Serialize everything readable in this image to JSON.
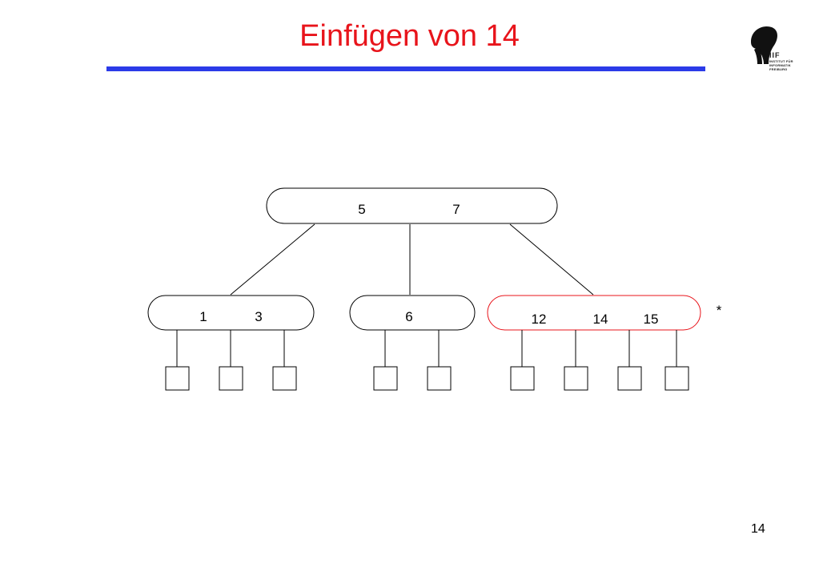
{
  "slide": {
    "title": "Einfügen von 14",
    "page_number": "14",
    "colors": {
      "title": "#e8141b",
      "rule": "#2b3be8",
      "highlight_node": "#e8141b"
    }
  },
  "logo": {
    "letters": "IIF",
    "lines": [
      "INSTITUT FÜR",
      "INFORMATIK",
      "FREIBURG"
    ],
    "icon": "iif-logo-icon"
  },
  "tree": {
    "root": {
      "keys": [
        "5",
        "7"
      ]
    },
    "children": [
      {
        "keys": [
          "1",
          "3"
        ],
        "leaves": 3,
        "highlighted": false
      },
      {
        "keys": [
          "6"
        ],
        "leaves": 2,
        "highlighted": false
      },
      {
        "keys": [
          "12",
          "14",
          "15"
        ],
        "leaves": 4,
        "highlighted": true
      }
    ],
    "marker": "*"
  }
}
